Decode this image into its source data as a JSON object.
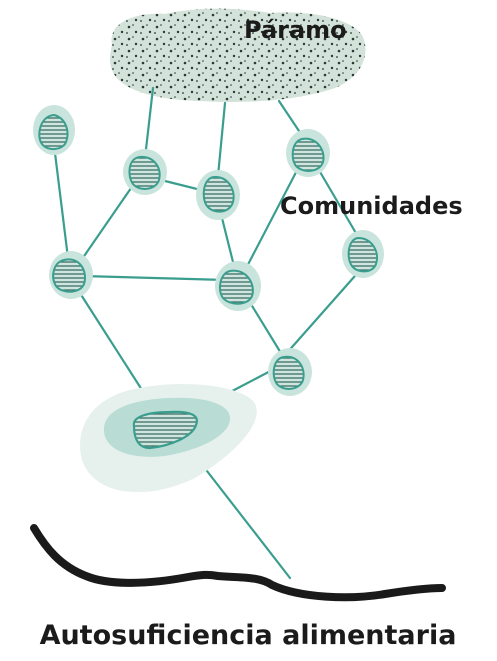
{
  "labels": {
    "paramo": "Páramo",
    "comunidades": "Comunidades",
    "autosuficiencia": "Autosuficiencia alimentaria"
  },
  "colors": {
    "line": "#3a9e8f",
    "node_fill": "#cfe6df",
    "halo": "#b9ddd4",
    "hatch": "#3f6f68",
    "cloud": "#d3e3da",
    "dots": "#2a3a35",
    "ground": "#1a1a1a",
    "text": "#1b1b1b"
  }
}
